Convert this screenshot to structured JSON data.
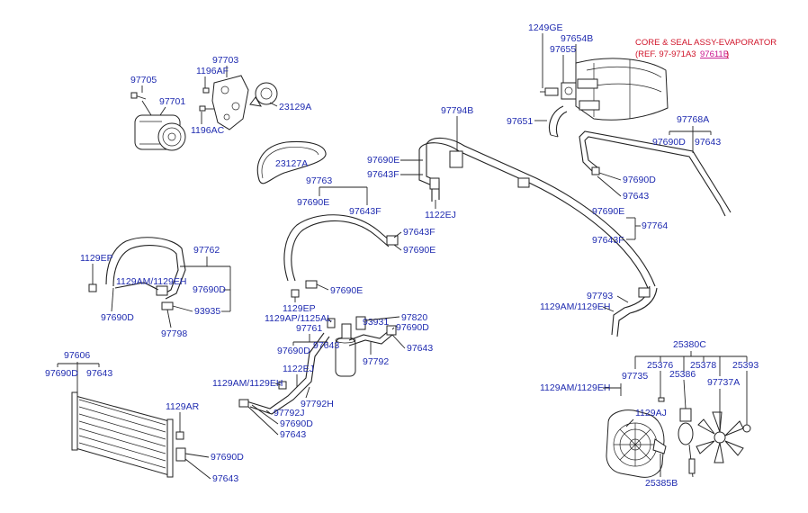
{
  "header": {
    "title_line1": "CORE & SEAL ASSY-EVAPORATOR",
    "title_line2_prefix": "(REF. 97-971A3",
    "title_line2_link": "97611B",
    "title_line2_suffix": ")"
  },
  "labels": {
    "p97705": "97705",
    "p97703": "97703",
    "p1196AF": "1196AF",
    "p97701": "97701",
    "p23129A": "23129A",
    "p1196AC": "1196AC",
    "p23127A": "23127A",
    "p97763": "97763",
    "p97690E_a": "97690E",
    "p97643F_a": "97643F",
    "p1249GE": "1249GE",
    "p97654B": "97654B",
    "p97655": "97655",
    "p97651": "97651",
    "p97794B": "97794B",
    "p97690E_b": "97690E",
    "p97643F_b": "97643F",
    "p1122EJ_a": "1122EJ",
    "p97643F_c": "97643F",
    "p97690E_c": "97690E",
    "p97768A": "97768A",
    "p97690D_a": "97690D",
    "p97643_a": "97643",
    "p97690D_b": "97690D",
    "p97643_b": "97643",
    "p97690E_d": "97690E",
    "p97764": "97764",
    "p97643F_d": "97643F",
    "p97762": "97762",
    "p1129EP_a": "1129EP",
    "p1129AM_a": "1129AM/1129EH",
    "p97690D_c": "97690D",
    "p97690D_d": "97690D",
    "p93935": "93935",
    "p97798": "97798",
    "p97690E_e": "97690E",
    "p1129EP_b": "1129EP",
    "p1129AP": "1129AP/1125AL",
    "p97761": "97761",
    "p93931": "93931",
    "p97820": "97820",
    "p97690D_e": "97690D",
    "p97643_c": "97643",
    "p97643_d": "97643",
    "p97792": "97792",
    "p1122EJ_b": "1122EJ",
    "p97793": "97793",
    "p1129AM_b": "1129AM/1129EH",
    "p97606": "97606",
    "p97690D_f": "97690D",
    "p97643_e": "97643",
    "p1129AM_c": "1129AM/1129EH",
    "p97792H": "97792H",
    "p97792J": "97792J",
    "p97690D_g": "97690D",
    "p97643_f": "97643",
    "p1129AR": "1129AR",
    "p97690D_h": "97690D",
    "p97643_g": "97643",
    "p25380C": "25380C",
    "p1129AM_d": "1129AM/1129EH",
    "p97735": "97735",
    "p25376": "25376",
    "p25386": "25386",
    "p25378": "25378",
    "p25393": "25393",
    "p97737A": "97737A",
    "p1129AJ": "1129AJ",
    "p25385B": "25385B"
  },
  "colors": {
    "label": "#1f2bb0",
    "header": "#d0142a",
    "link": "#c8148c"
  }
}
